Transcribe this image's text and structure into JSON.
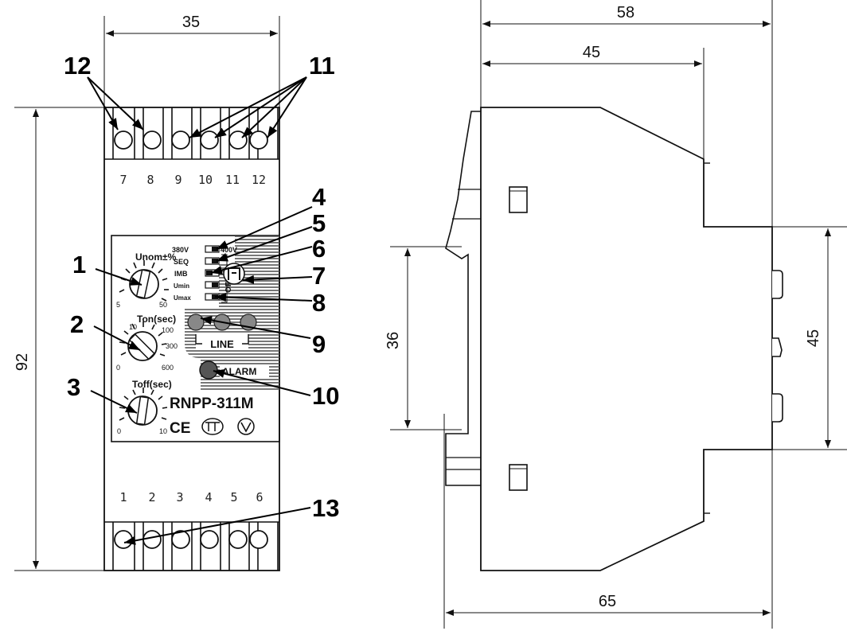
{
  "front_view": {
    "dimensions": {
      "width": "35",
      "height": "92"
    },
    "callouts": [
      "1",
      "2",
      "3",
      "4",
      "5",
      "6",
      "7",
      "8",
      "9",
      "10",
      "11",
      "12",
      "13"
    ],
    "top_terminals": [
      "7",
      "8",
      "9",
      "10",
      "11",
      "12"
    ],
    "bottom_terminals": [
      "1",
      "2",
      "3",
      "4",
      "5",
      "6"
    ],
    "panel": {
      "knob_unom": {
        "title": "Unom±%",
        "min": "5",
        "max": "50"
      },
      "knob_ton": {
        "title": "Ton(sec)",
        "scale": [
          "10",
          "100",
          "300",
          "0",
          "600"
        ]
      },
      "knob_toff": {
        "title": "Toff(sec)",
        "min": "0",
        "max": "10"
      },
      "switches": {
        "top_left": "380V",
        "top_right": "400V",
        "labels": [
          "SEQ",
          "IMB",
          "Umin",
          "Umax"
        ],
        "off_label": "OFF"
      },
      "line_label": "LINE",
      "alarm_label": "ALARM",
      "model": "RNPP-311M",
      "ce_mark": "CE"
    }
  },
  "side_view": {
    "dimensions": {
      "depth_total": "58",
      "depth_front": "45",
      "depth_overall": "65",
      "clip_height": "36",
      "rail_height": "45"
    }
  }
}
